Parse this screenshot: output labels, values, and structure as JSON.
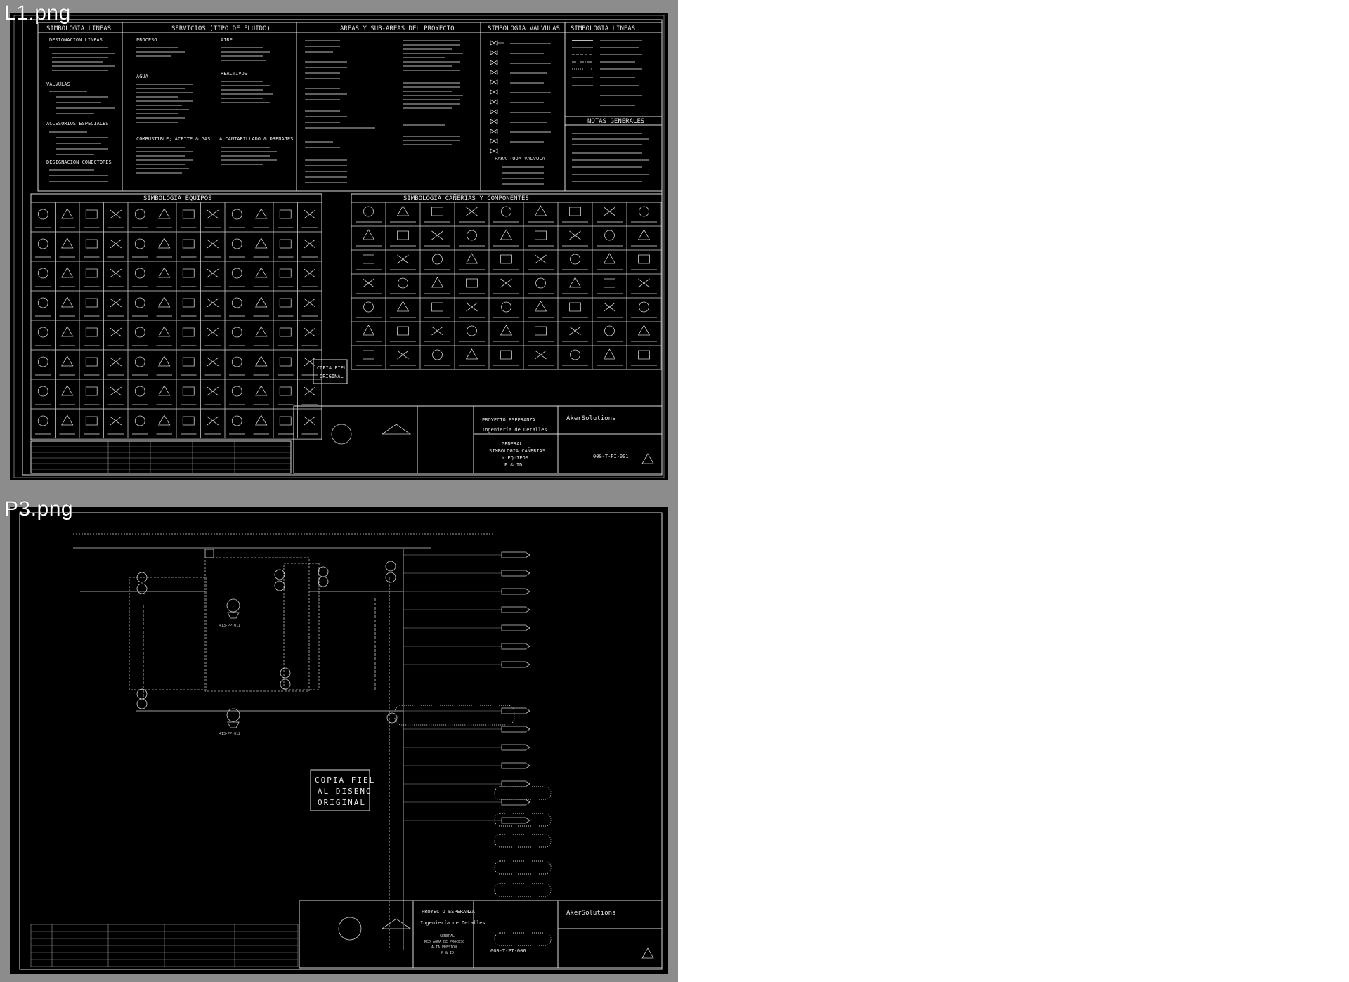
{
  "panels": [
    {
      "file_label": "L1.png",
      "sections": {
        "simbologia_lineas_left": "SIMBOLOGIA LINEAS",
        "servicios": "SERVICIOS (TIPO DE FLUIDO)",
        "areas": "AREAS Y SUB-AREAS DEL PROYECTO",
        "simbologia_valvulas": "SIMBOLOGIA VALVULAS",
        "simbologia_lineas_right": "SIMBOLOGIA LINEAS",
        "notas_generales": "NOTAS GENERALES",
        "simbologia_equipos": "SIMBOLOGIA EQUIPOS",
        "simbologia_canerias": "SIMBOLOGIA CAÑERIAS Y COMPONENTES"
      },
      "labels": {
        "designacion_lineas": "DESIGNACION LINEAS",
        "valvulas": "VALVULAS",
        "accesorios": "ACCESORIOS ESPECIALES",
        "designacion_conectores": "DESIGNACION CONECTORES",
        "proceso": "PROCESO",
        "agua": "AGUA",
        "aire": "AIRE",
        "reactivos": "REACTIVOS",
        "combustible": "COMBUSTIBLE; ACEITE & GAS",
        "alcantarillado": "ALCANTARILLADO & DRENAJES",
        "para_toda_valvula": "PARA TODA VALVULA"
      },
      "stamp": [
        "COPIA FIEL",
        "ORIGINAL"
      ],
      "title_block": {
        "project": "PROYECTO ESPERANZA",
        "subtitle": "Ingeniería de Detalles",
        "company": "AkerSolutions",
        "description": [
          "GENERAL",
          "SIMBOLOGIA CAÑERIAS",
          "Y EQUIPOS",
          "P & ID"
        ],
        "drawing_number": "000-T-PI-001"
      }
    },
    {
      "file_label": "P3.png",
      "stamp": [
        "COPIA FIEL",
        "AL DISEÑO",
        "ORIGINAL"
      ],
      "equipment_tags": [
        "413-PP-011",
        "413-PP-012"
      ],
      "title_block": {
        "project": "PROYECTO ESPERANZA",
        "subtitle": "Ingeniería de Detalles",
        "company": "AkerSolutions",
        "description": [
          "GENERAL",
          "RED AGUA DE PROCESO",
          "ALTA PRESION",
          "P & ID"
        ],
        "drawing_number": "000-T-PI-006"
      }
    }
  ],
  "colors": {
    "panel_bg": "#8c8c8c",
    "sheet_bg": "#000000",
    "line": "#dcdcdc"
  }
}
